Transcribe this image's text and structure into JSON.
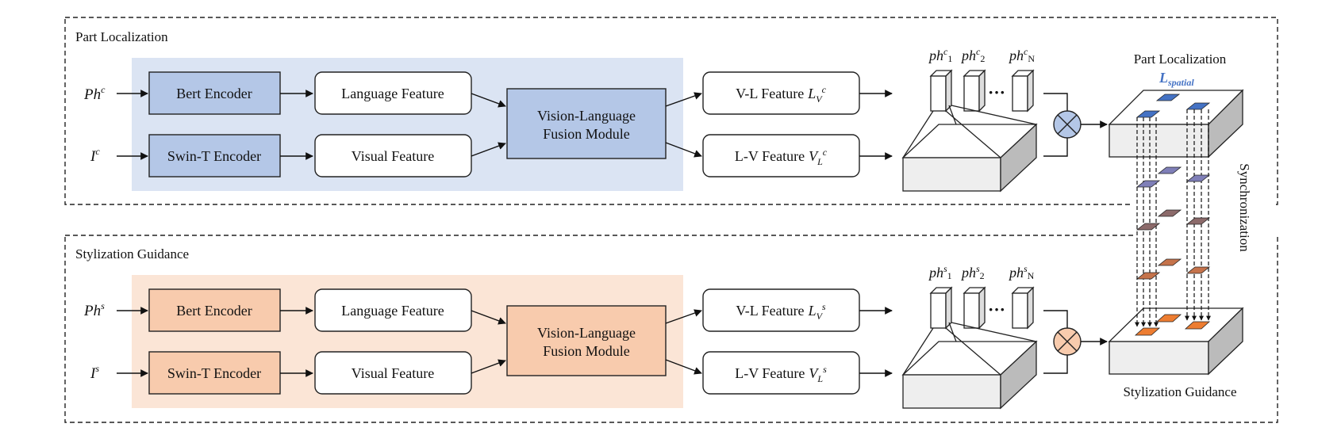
{
  "colors": {
    "blue_panel": "#dbe4f3",
    "blue_box": "#b4c7e7",
    "orange_panel": "#fbe5d6",
    "orange_box": "#f8cbad",
    "accent_blue": "#4472c4",
    "tile_blue": "#4472c4",
    "tile_purple": "#7f7fb8",
    "tile_brown": "#8c6a6a",
    "tile_orange": "#c5734b",
    "tile_bright_orange": "#ed7d31"
  },
  "top": {
    "section_title": "Part Localization",
    "input_text": "Ph",
    "input_text_sup": "c",
    "input_image": "I",
    "input_image_sup": "c",
    "bert": "Bert Encoder",
    "swin": "Swin-T Encoder",
    "lang_feature": "Language Feature",
    "visual_feature": "Visual Feature",
    "fusion_line1": "Vision-Language",
    "fusion_line2": "Fusion Module",
    "vl_feature": "V-L Feature",
    "vl_sym": "L",
    "vl_sub": "V",
    "vl_sup": "c",
    "lv_feature": "L-V Feature",
    "lv_sym": "V",
    "lv_sub": "L",
    "lv_sup": "c",
    "ph_base": "ph",
    "ph_sup": "c",
    "ph1_sub": "1",
    "ph2_sub": "2",
    "phN_sub": "N",
    "ellipsis": "···",
    "output_title": "Part Localization",
    "loss_sym": "L",
    "loss_sub": "spatial"
  },
  "bottom": {
    "section_title": "Stylization Guidance",
    "input_text": "Ph",
    "input_text_sup": "s",
    "input_image": "I",
    "input_image_sup": "s",
    "bert": "Bert Encoder",
    "swin": "Swin-T Encoder",
    "lang_feature": "Language Feature",
    "visual_feature": "Visual Feature",
    "fusion_line1": "Vision-Language",
    "fusion_line2": "Fusion Module",
    "vl_feature": "V-L Feature",
    "vl_sym": "L",
    "vl_sub": "V",
    "vl_sup": "s",
    "lv_feature": "L-V Feature",
    "lv_sym": "V",
    "lv_sub": "L",
    "lv_sup": "s",
    "ph_base": "ph",
    "ph_sup": "s",
    "ph1_sub": "1",
    "ph2_sub": "2",
    "phN_sub": "N",
    "ellipsis": "···",
    "output_title": "Stylization Guidance"
  },
  "sync_label": "Synchronization"
}
